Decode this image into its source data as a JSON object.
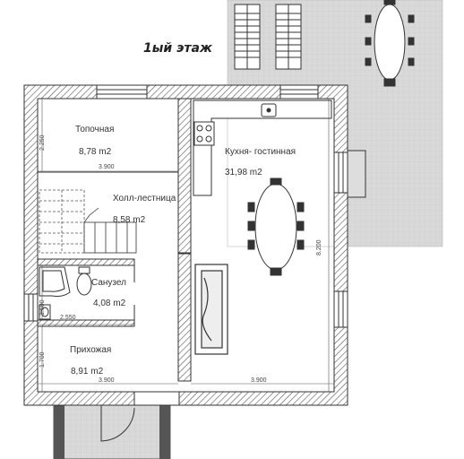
{
  "title": "1ый этаж",
  "rooms": [
    {
      "id": "topochnaya",
      "name": "Топочная",
      "area": "8,78 m2"
    },
    {
      "id": "kitchen",
      "name": "Кухня- гостинная",
      "area": "31,98 m2"
    },
    {
      "id": "hall",
      "name": "Холл-лестница",
      "area": "8,58 m2"
    },
    {
      "id": "bathroom",
      "name": "Санузел",
      "area": "4,08 m2"
    },
    {
      "id": "entrance",
      "name": "Прихожая",
      "area": "8,91 m2"
    }
  ],
  "dimensions": {
    "top_left_width": "3.900",
    "top_left_height": "2.250",
    "bath_width": "2.550",
    "bath_height": "1.600",
    "entrance_height": "1.700",
    "bottom_left_width": "3.900",
    "bottom_right_width": "3.900",
    "right_height": "8.200"
  },
  "colors": {
    "wall_hatch": "#555555",
    "terrace": "#d8d8d8",
    "porch": "#d0d0d0",
    "lines": "#333333"
  }
}
